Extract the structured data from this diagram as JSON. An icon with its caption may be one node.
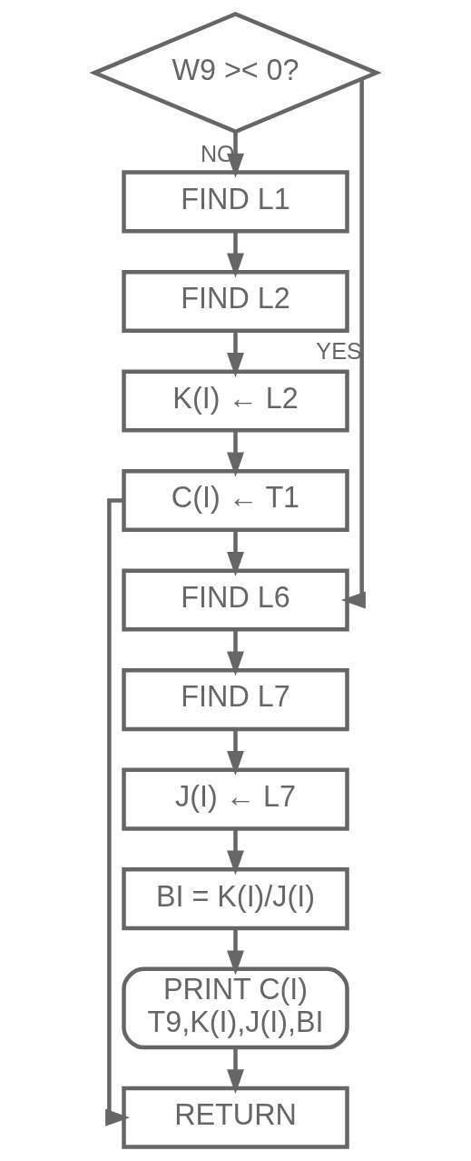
{
  "diagram": {
    "nodes": [
      {
        "text": [
          "W9 >< 0?"
        ]
      },
      {
        "text": [
          "FIND L1"
        ]
      },
      {
        "text": [
          "FIND L2"
        ]
      },
      {
        "text": [
          "K(I) ← L2"
        ]
      },
      {
        "text": [
          "C(I) ← T1"
        ]
      },
      {
        "text": [
          "FIND L6"
        ]
      },
      {
        "text": [
          "FIND L7"
        ]
      },
      {
        "text": [
          "J(I) ← L7"
        ]
      },
      {
        "text": [
          "BI = K(I)/J(I)"
        ]
      },
      {
        "text": [
          "PRINT C(I) T9,K(I),J(I),BI"
        ]
      },
      {
        "text": [
          "RETURN"
        ]
      }
    ],
    "edges": [
      {
        "from": 0,
        "to": 1,
        "arrow": "to",
        "label": "NO"
      },
      {
        "from": 1,
        "to": 2,
        "arrow": "to"
      },
      {
        "from": 2,
        "to": 3,
        "arrow": "to"
      },
      {
        "from": 3,
        "to": 4,
        "arrow": "to"
      },
      {
        "from": 4,
        "to": 5,
        "arrow": "to"
      },
      {
        "from": 0,
        "to": 5,
        "arrow": "to",
        "label": "YES"
      },
      {
        "from": 5,
        "to": 6,
        "arrow": "to"
      },
      {
        "from": 6,
        "to": 7,
        "arrow": "to"
      },
      {
        "from": 7,
        "to": 8,
        "arrow": "to"
      },
      {
        "from": 8,
        "to": 9,
        "arrow": "to"
      },
      {
        "from": 9,
        "to": 10,
        "arrow": "to"
      },
      {
        "from": 4,
        "to": 10,
        "arrow": "to"
      }
    ]
  }
}
